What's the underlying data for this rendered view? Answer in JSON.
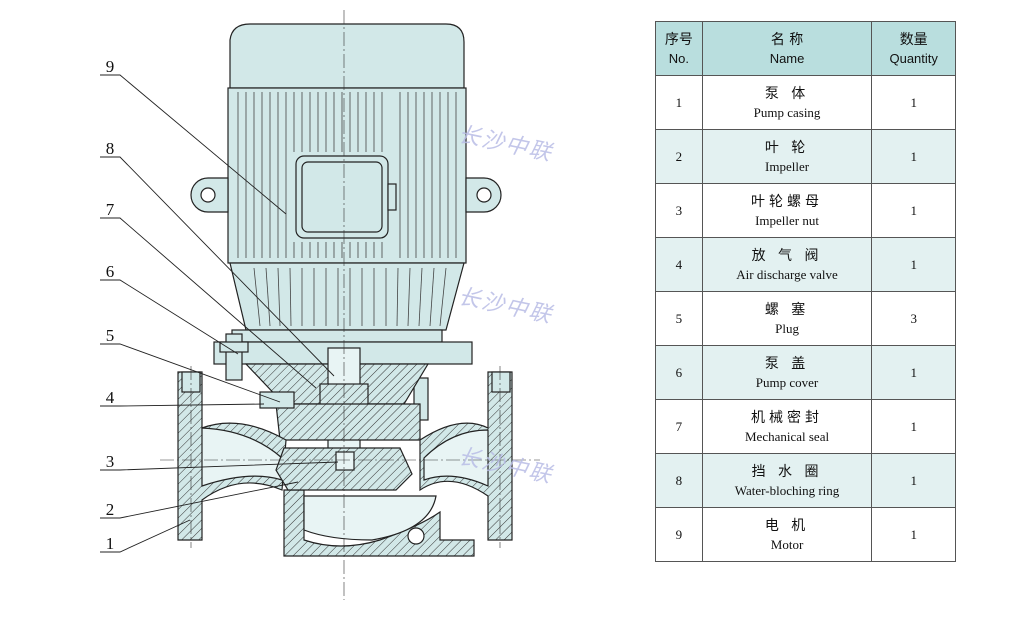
{
  "callout_numbers": [
    "9",
    "8",
    "7",
    "6",
    "5",
    "4",
    "3",
    "2",
    "1"
  ],
  "watermark": "长沙中联",
  "table": {
    "headers": {
      "no": {
        "zh": "序号",
        "en": "No."
      },
      "name": {
        "zh": "名 称",
        "en": "Name"
      },
      "qty": {
        "zh": "数量",
        "en": "Quantity"
      }
    },
    "rows": [
      {
        "no": "1",
        "zh": "泵 体",
        "en": "Pump casing",
        "qty": "1"
      },
      {
        "no": "2",
        "zh": "叶 轮",
        "en": "Impeller",
        "qty": "1"
      },
      {
        "no": "3",
        "zh": "叶轮螺母",
        "en": "Impeller nut",
        "qty": "1"
      },
      {
        "no": "4",
        "zh": "放 气 阀",
        "en": "Air discharge valve",
        "qty": "1"
      },
      {
        "no": "5",
        "zh": "螺 塞",
        "en": "Plug",
        "qty": "3"
      },
      {
        "no": "6",
        "zh": "泵 盖",
        "en": "Pump cover",
        "qty": "1"
      },
      {
        "no": "7",
        "zh": "机械密封",
        "en": "Mechanical seal",
        "qty": "1"
      },
      {
        "no": "8",
        "zh": "挡 水 圈",
        "en": "Water-bloching ring",
        "qty": "1"
      },
      {
        "no": "9",
        "zh": "电 机",
        "en": "Motor",
        "qty": "1"
      }
    ]
  },
  "colors": {
    "body_fill": "#d2e8e8",
    "header_fill": "#b9dede",
    "stripe_fill": "#e3f1f1",
    "line": "#222222"
  }
}
